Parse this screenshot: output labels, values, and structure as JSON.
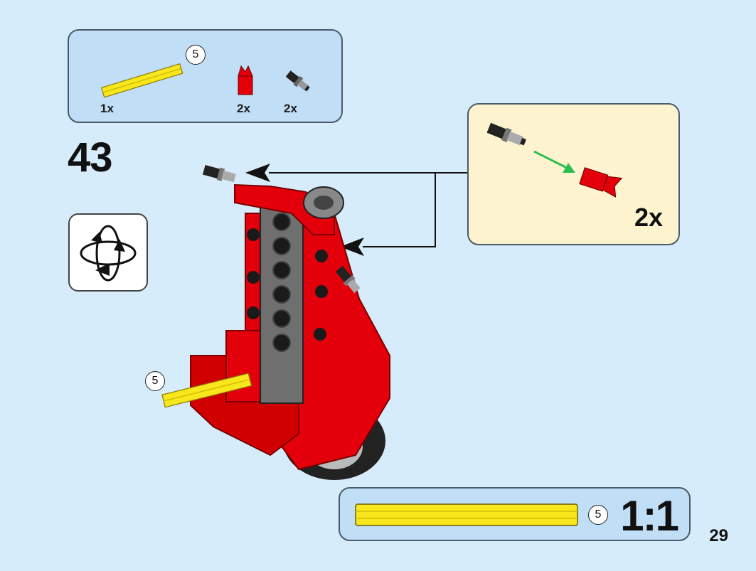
{
  "parts_box": {
    "items": [
      {
        "name": "yellow-axle",
        "callout": "5",
        "quantity": "1x"
      },
      {
        "name": "red-clip",
        "quantity": "2x"
      },
      {
        "name": "black-pin",
        "quantity": "2x"
      }
    ]
  },
  "step": {
    "number": "43"
  },
  "submodel": {
    "quantity": "2x"
  },
  "model": {
    "axle_callout": "5"
  },
  "ruler": {
    "callout": "5",
    "scale": "1:1"
  },
  "page": {
    "number": "29"
  },
  "colors": {
    "background": "#d6ecfb",
    "parts_box": "#c1def7",
    "submodel_box": "#fdf4cf",
    "brick_red": "#e3000b",
    "axle_yellow": "#f8e71c",
    "arrow_green": "#2ebd4f"
  },
  "icons": [
    "rotate-model-icon",
    "arrow-left-icon",
    "green-arrow-icon"
  ]
}
